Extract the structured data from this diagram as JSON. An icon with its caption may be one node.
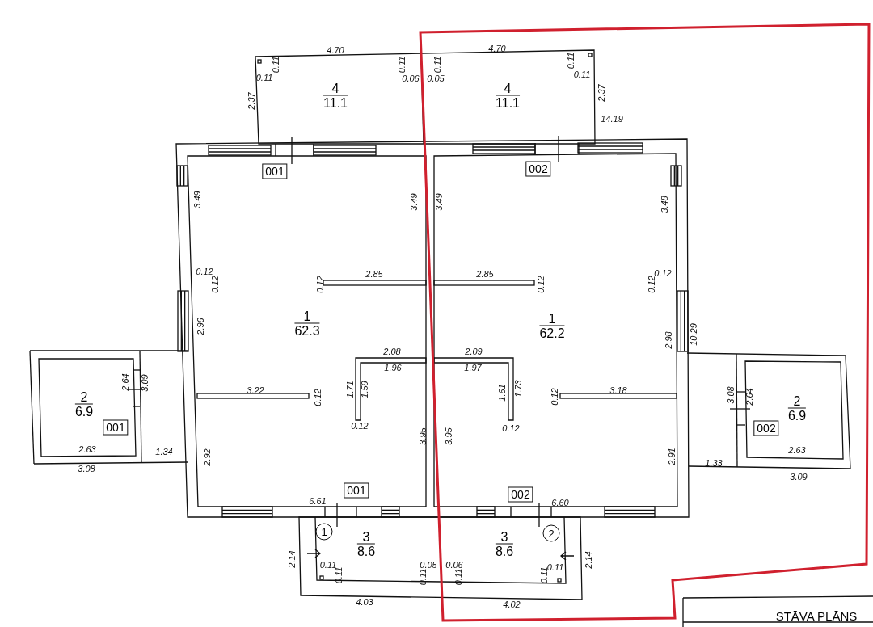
{
  "diagram": {
    "nodes": [
      {
        "text": [
          "4",
          "11.1"
        ]
      },
      {
        "text": [
          "4",
          "11.1"
        ]
      },
      {
        "text": [
          "1",
          "62.3"
        ]
      },
      {
        "text": [
          "1",
          "62.2"
        ]
      },
      {
        "text": [
          "2",
          "6.9"
        ]
      },
      {
        "text": [
          "2",
          "6.9"
        ]
      },
      {
        "text": [
          "3",
          "8.6"
        ]
      },
      {
        "text": [
          "3",
          "8.6"
        ]
      }
    ],
    "labels": [
      "4.70",
      "0.11",
      "0.11",
      "0.11",
      "0.06",
      "0.05",
      "0.11",
      "4.70",
      "0.11",
      "0.11",
      "2.37",
      "2.37",
      "14.19",
      "001",
      "002",
      "3.49",
      "3.49",
      "3.49",
      "3.48",
      "0.12",
      "0.12",
      "0.12",
      "2.85",
      "2.85",
      "0.12",
      "0.12",
      "0.12",
      "2.96",
      "2.98",
      "10.29",
      "2.08",
      "2.09",
      "1.96",
      "1.97",
      "3.22",
      "0.12",
      "1.71",
      "1.59",
      "1.61",
      "1.73",
      "0.12",
      "3.18",
      "0.12",
      "0.12",
      "2.64",
      "3.09",
      "3.08",
      "2.64",
      "001",
      "002",
      "3.95",
      "3.95",
      "2.92",
      "2.91",
      "2.63",
      "1.34",
      "1.33",
      "2.63",
      "3.08",
      "3.09",
      "001",
      "002",
      "6.61",
      "6.60",
      "1",
      "2",
      "2.14",
      "0.11",
      "0.11",
      "0.11",
      "0.05",
      "0.06",
      "0.11",
      "0.11",
      "0.11",
      "2.14",
      "4.03",
      "4.02",
      "STĀVA PLĀNS"
    ]
  }
}
